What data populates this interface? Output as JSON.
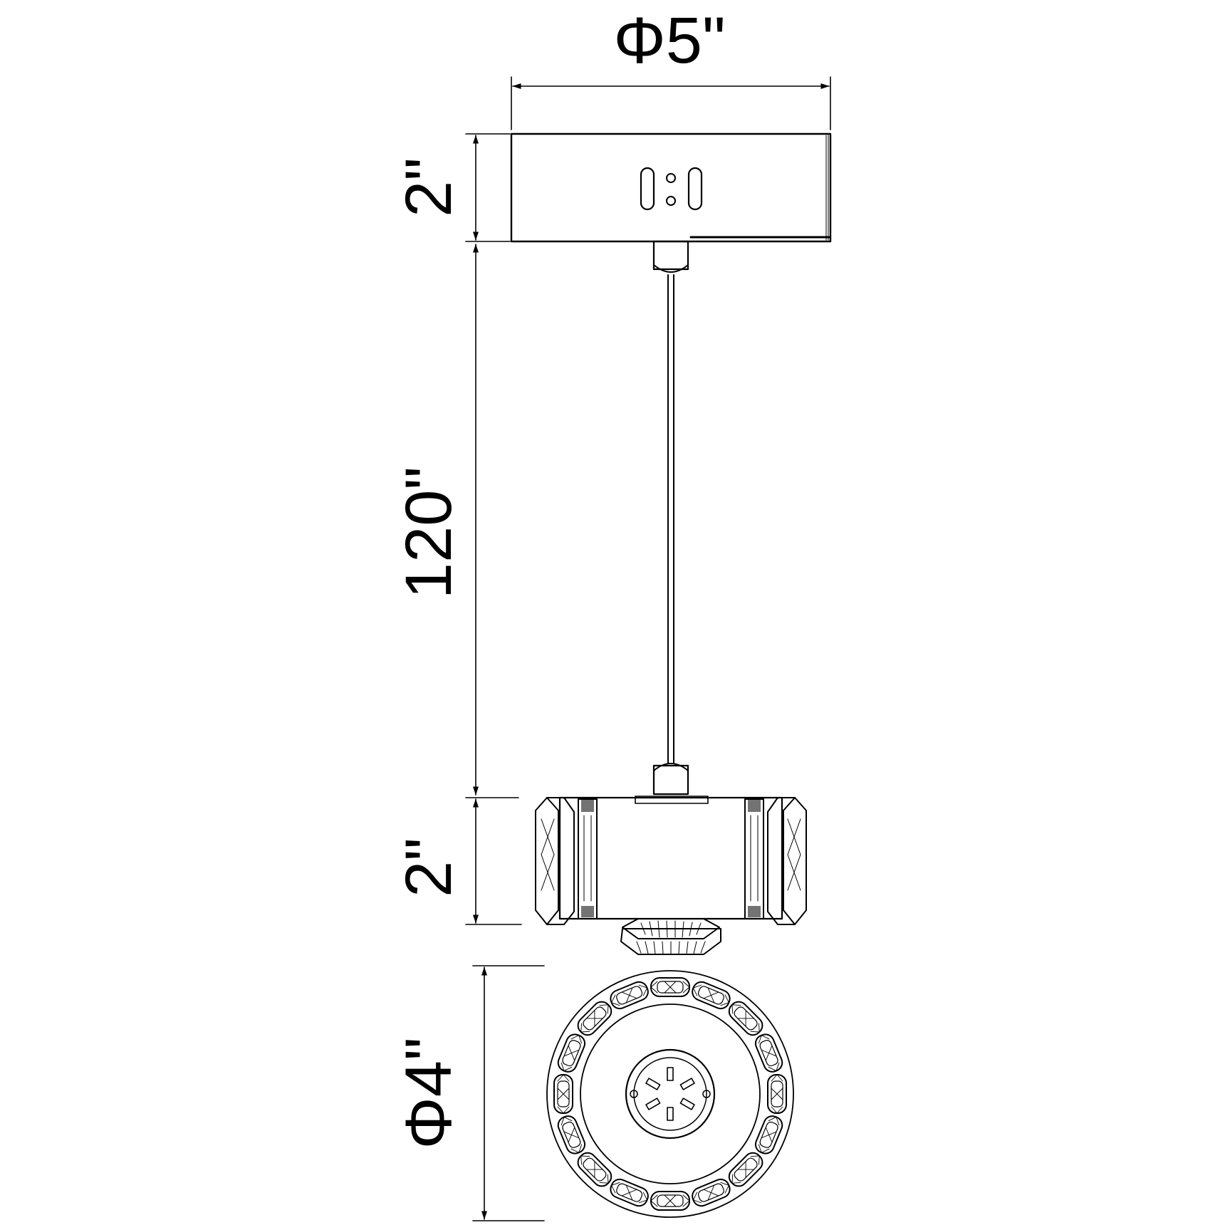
{
  "dimensions": {
    "canopy_diameter": "Φ5\"",
    "canopy_height": "2\"",
    "cord_length": "120\"",
    "shade_height": "2\"",
    "shade_diameter": "Φ4\""
  },
  "colors": {
    "line": "#000000",
    "background": "#ffffff"
  }
}
